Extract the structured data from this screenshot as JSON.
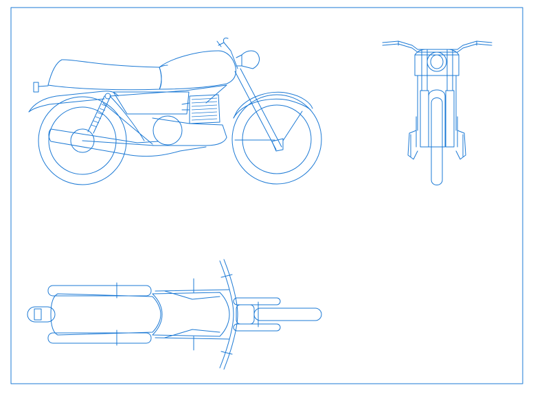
{
  "drawing": {
    "colors": {
      "line": "#1a78d4",
      "background": "#ffffff"
    },
    "views": [
      {
        "key": "side",
        "subject": "motorcycle"
      },
      {
        "key": "front",
        "subject": "motorcycle"
      },
      {
        "key": "top",
        "subject": "motorcycle"
      }
    ]
  }
}
